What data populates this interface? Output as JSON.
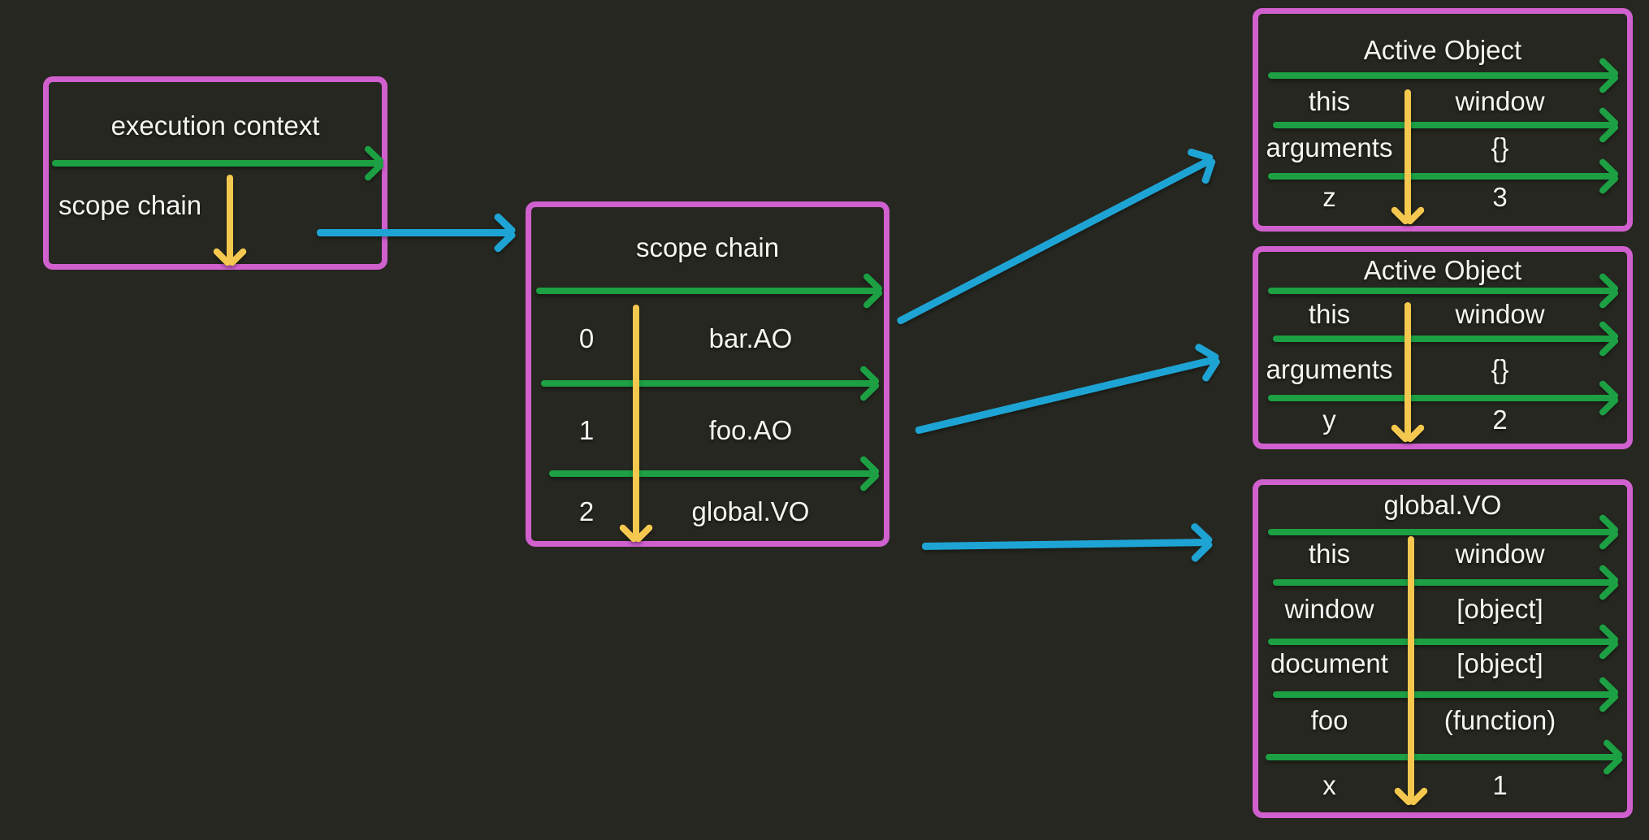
{
  "colors": {
    "background": "#262720",
    "box_border": "#d160cf",
    "arrow_green": "#1ca043",
    "arrow_yellow": "#f4c84f",
    "arrow_blue": "#1ea4d4",
    "text": "#f4f4f1"
  },
  "boxes": {
    "execution_context": {
      "title": "execution context",
      "label": "scope chain"
    },
    "scope_chain": {
      "title": "scope chain",
      "rows": [
        {
          "key": "0",
          "value": "bar.AO"
        },
        {
          "key": "1",
          "value": "foo.AO"
        },
        {
          "key": "2",
          "value": "global.VO"
        }
      ]
    },
    "bar_ao": {
      "title": "Active Object",
      "rows": [
        {
          "key": "this",
          "value": "window"
        },
        {
          "key": "arguments",
          "value": "{}"
        },
        {
          "key": "z",
          "value": "3"
        }
      ]
    },
    "foo_ao": {
      "title": "Active Object",
      "rows": [
        {
          "key": "this",
          "value": "window"
        },
        {
          "key": "arguments",
          "value": "{}"
        },
        {
          "key": "y",
          "value": "2"
        }
      ]
    },
    "global_vo": {
      "title": "global.VO",
      "rows": [
        {
          "key": "this",
          "value": "window"
        },
        {
          "key": "window",
          "value": "[object]"
        },
        {
          "key": "document",
          "value": "[object]"
        },
        {
          "key": "foo",
          "value": "(function)"
        },
        {
          "key": "x",
          "value": "1"
        }
      ]
    }
  }
}
